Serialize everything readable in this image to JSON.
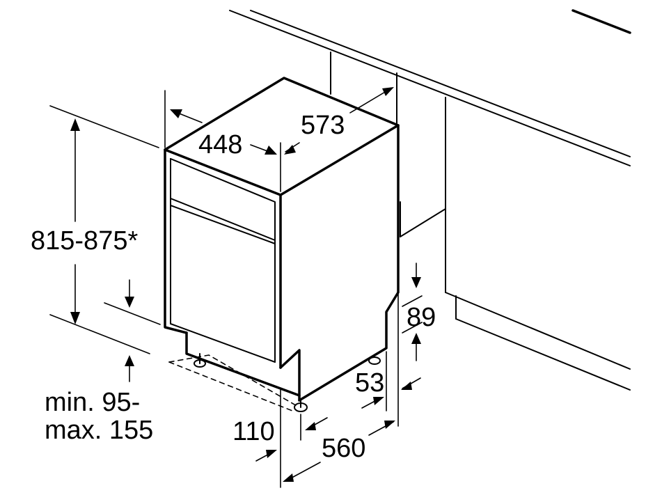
{
  "dimensions": {
    "width_top": "448",
    "depth_top": "573",
    "height_range": "815-875*",
    "plinth_line1": "min. 95-",
    "plinth_line2": "max. 155",
    "toe_kick_height": "89",
    "foot_offset_side": "53",
    "foot_offset_front": "110",
    "depth_bottom": "560"
  }
}
